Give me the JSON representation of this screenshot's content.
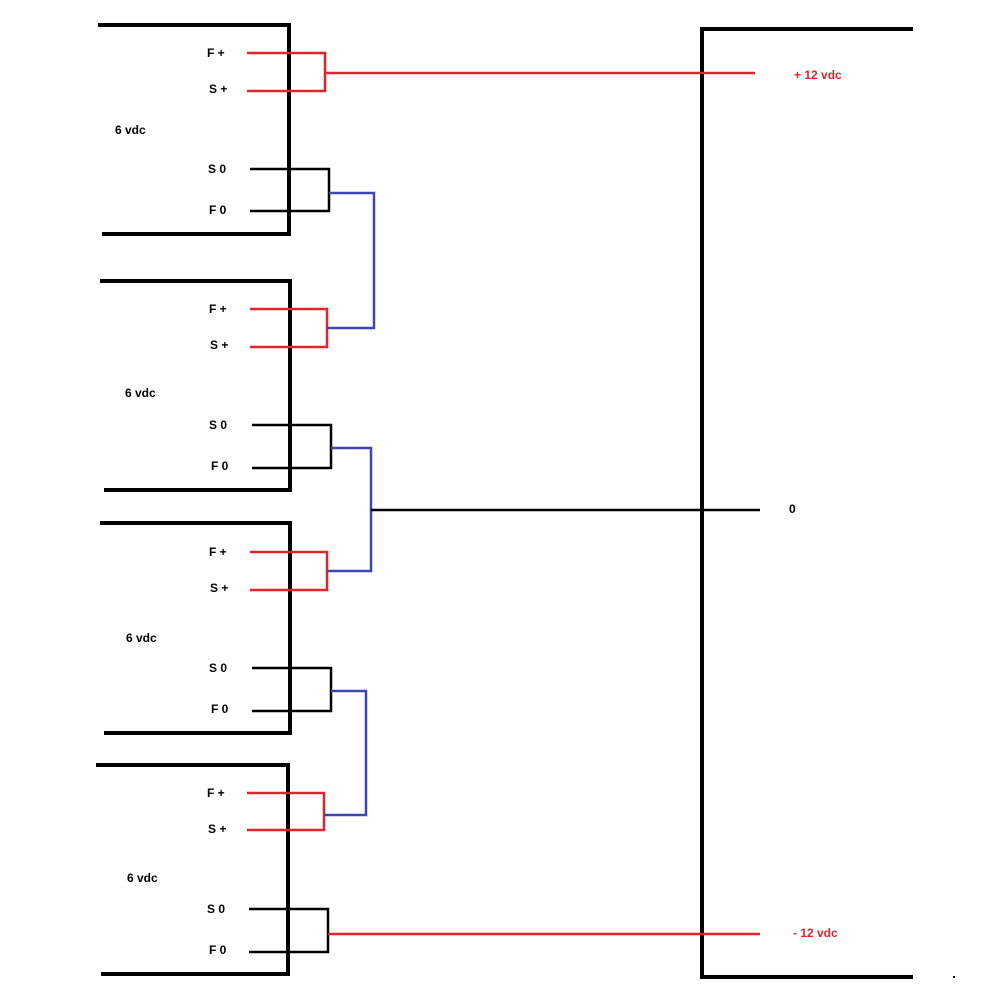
{
  "supplies": [
    {
      "name": "6 vdc",
      "pins": {
        "f_plus": "F +",
        "s_plus": "S +",
        "s_zero": "S 0",
        "f_zero": "F 0"
      }
    },
    {
      "name": "6 vdc",
      "pins": {
        "f_plus": "F +",
        "s_plus": "S +",
        "s_zero": "S 0",
        "f_zero": "F 0"
      }
    },
    {
      "name": "6 vdc",
      "pins": {
        "f_plus": "F +",
        "s_plus": "S +",
        "s_zero": "S 0",
        "f_zero": "F 0"
      }
    },
    {
      "name": "6 vdc",
      "pins": {
        "f_plus": "F +",
        "s_plus": "S +",
        "s_zero": "S 0",
        "f_zero": "F 0"
      }
    }
  ],
  "outputs": {
    "positive": "+ 12 vdc",
    "zero": "0",
    "negative": "- 12 vdc"
  },
  "colors": {
    "positive_wire": "#e0242e",
    "jumper_wire": "#3c46b4",
    "ground_wire": "#000000"
  }
}
